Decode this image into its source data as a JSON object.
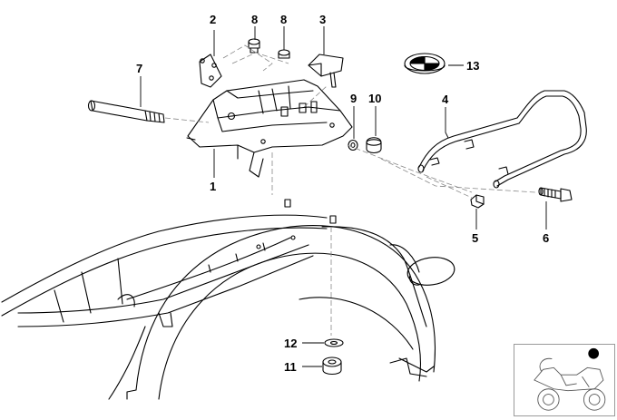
{
  "callouts": {
    "c1": "1",
    "c2": "2",
    "c3": "3",
    "c4": "4",
    "c5": "5",
    "c6": "6",
    "c7": "7",
    "c8a": "8",
    "c8b": "8",
    "c9": "9",
    "c10": "10",
    "c11": "11",
    "c12": "12",
    "c13": "13"
  },
  "colors": {
    "line": "#000000",
    "leader": "#888888",
    "thumb_border": "#9a9a9a",
    "marker": "#000000"
  },
  "icons": {
    "emblem": "bmw-roundel-icon",
    "locator": "motorcycle-locator-icon"
  }
}
